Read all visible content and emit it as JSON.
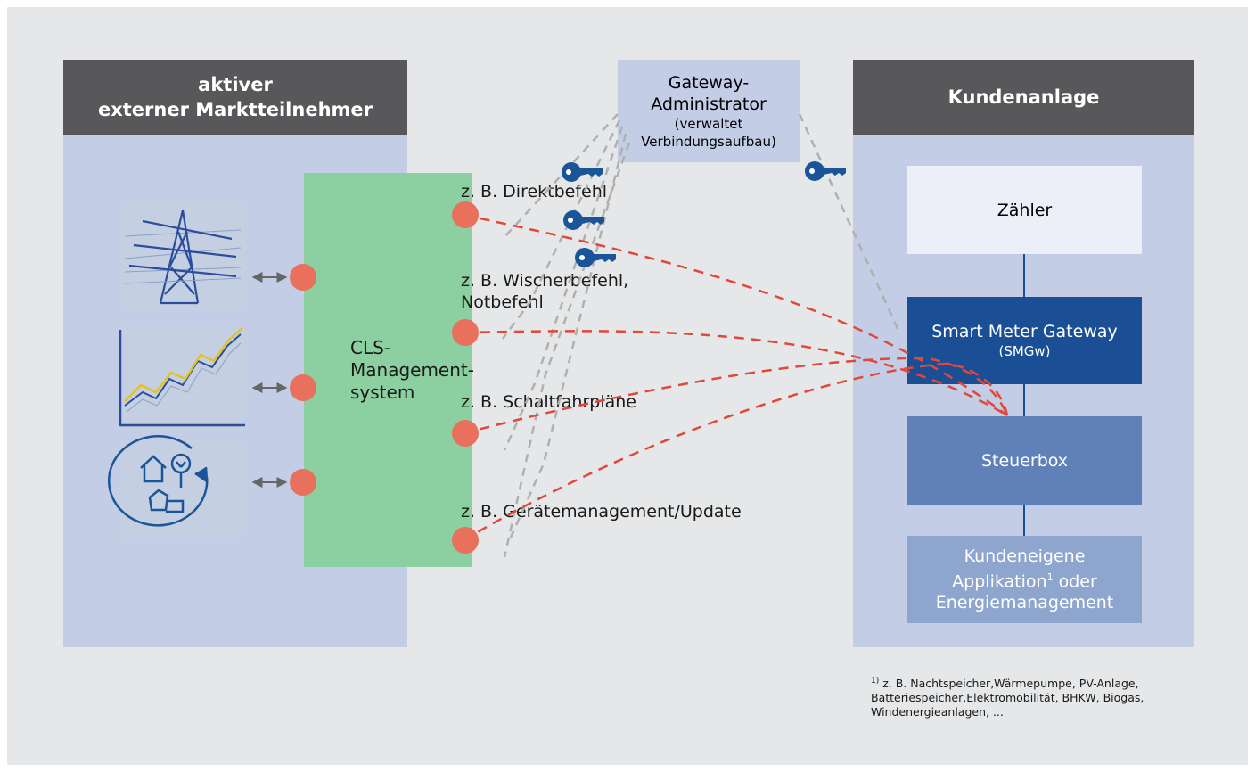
{
  "left_panel": {
    "header_line1": "aktiver",
    "header_line2": "externer Marktteilnehmer"
  },
  "cls_system": {
    "line1": "CLS-",
    "line2": "Management-",
    "line3": "system"
  },
  "gateway_admin": {
    "line1": "Gateway-",
    "line2": "Administrator",
    "line3": "(verwaltet",
    "line4": "Verbindungsaufbau)"
  },
  "commands": {
    "direkt": "z. B. Direktbefehl",
    "wischer_line1": "z. B. Wischerbefehl,",
    "wischer_line2": "Notbefehl",
    "schalt": "z. B. Schaltfahrpläne",
    "geraete": "z. B. Gerätemanagement/Update"
  },
  "right_panel": {
    "header": "Kundenanlage",
    "zaehler": "Zähler",
    "smgw_line1": "Smart Meter Gateway",
    "smgw_line2": "(SMGw)",
    "steuerbox": "Steuerbox",
    "kunden_line1": "Kundeneigene",
    "kunden_line2a": "Applikation",
    "kunden_sup": "1",
    "kunden_line2b": " oder",
    "kunden_line3": "Energiemanagement"
  },
  "footnote": {
    "marker": "1)",
    "line1": " z. B. Nachtspeicher,Wärmepumpe, PV-Anlage,",
    "line2": "Batteriespeicher,Elektromobilität, BHKW, Biogas,",
    "line3": "Windenergieanlagen, ..."
  },
  "icons": [
    "power-pylon-icon",
    "line-chart-icon",
    "house-tree-cycle-icon",
    "key-icon"
  ],
  "colors": {
    "background": "#e6e7e8",
    "panel": "#c3cde5",
    "header": "#58585a",
    "cls_green": "#8ccfa0",
    "connector": "#e8705c",
    "dashed_red": "#e0483a",
    "dashed_gray": "#b0b0b0",
    "smgw": "#1a4f96",
    "steuerbox": "#5f81b7",
    "kunden": "#8ea5cd",
    "key": "#1a5599"
  }
}
